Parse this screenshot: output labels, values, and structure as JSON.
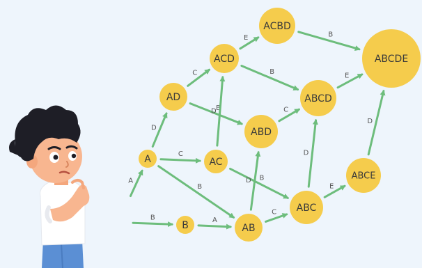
{
  "colors": {
    "background": "#eef5fc",
    "node_fill": "#f5cc4c",
    "edge": "#6dbd7c",
    "node_text": "#3a3a3a",
    "edge_text": "#555555"
  },
  "character": {
    "icon": "thinking-boy-illustration"
  },
  "nodes": [
    {
      "id": "A",
      "label": "A"
    },
    {
      "id": "B",
      "label": "B"
    },
    {
      "id": "AC",
      "label": "AC"
    },
    {
      "id": "AD",
      "label": "AD"
    },
    {
      "id": "AB",
      "label": "AB"
    },
    {
      "id": "ACD",
      "label": "ACD"
    },
    {
      "id": "ABD",
      "label": "ABD"
    },
    {
      "id": "ABC",
      "label": "ABC"
    },
    {
      "id": "ACBD",
      "label": "ACBD"
    },
    {
      "id": "ABCD",
      "label": "ABCD"
    },
    {
      "id": "ABCE",
      "label": "ABCE"
    },
    {
      "id": "ABCDE",
      "label": "ABCDE"
    }
  ],
  "edges": [
    {
      "from": "start_A",
      "to": "A",
      "label": "A"
    },
    {
      "from": "start_B",
      "to": "B",
      "label": "B"
    },
    {
      "from": "A",
      "to": "AC",
      "label": "C"
    },
    {
      "from": "A",
      "to": "AD",
      "label": "D"
    },
    {
      "from": "A",
      "to": "AB",
      "label": "B"
    },
    {
      "from": "B",
      "to": "AB",
      "label": "A"
    },
    {
      "from": "AD",
      "to": "ACD",
      "label": "C"
    },
    {
      "from": "AD",
      "to": "ABD",
      "label": "B"
    },
    {
      "from": "AC",
      "to": "ACD",
      "label": "D"
    },
    {
      "from": "AC",
      "to": "ABC",
      "label": "B"
    },
    {
      "from": "AB",
      "to": "ABD",
      "label": "D"
    },
    {
      "from": "AB",
      "to": "ABC",
      "label": "C"
    },
    {
      "from": "ACD",
      "to": "ACBD",
      "label": "E"
    },
    {
      "from": "ACD",
      "to": "ABCD",
      "label": "B"
    },
    {
      "from": "ABD",
      "to": "ABCD",
      "label": "C"
    },
    {
      "from": "ABC",
      "to": "ABCD",
      "label": "D"
    },
    {
      "from": "ABC",
      "to": "ABCE",
      "label": "E"
    },
    {
      "from": "ACBD",
      "to": "ABCDE",
      "label": "B"
    },
    {
      "from": "ABCD",
      "to": "ABCDE",
      "label": "E"
    },
    {
      "from": "ABCE",
      "to": "ABCDE",
      "label": "D"
    }
  ]
}
